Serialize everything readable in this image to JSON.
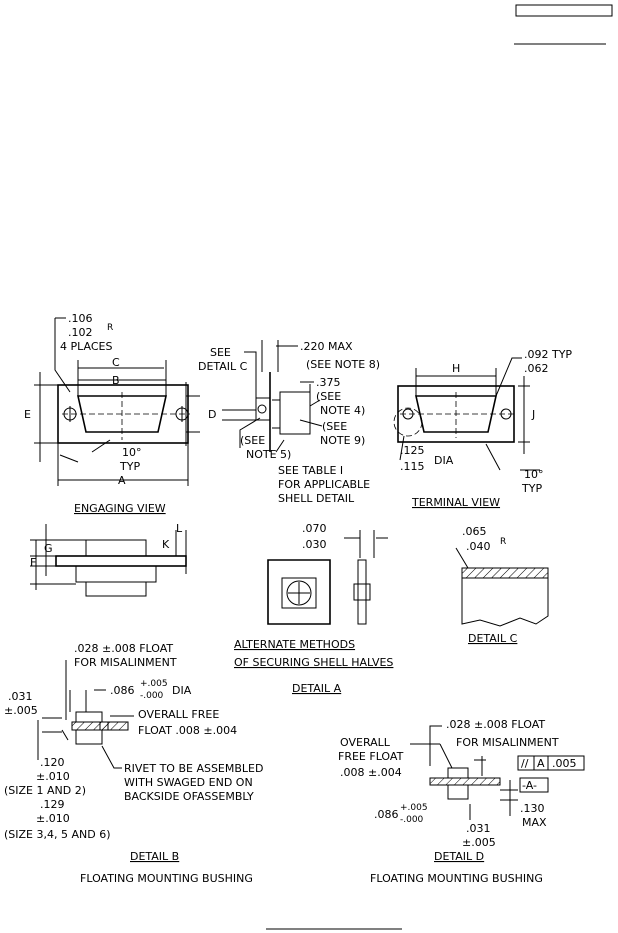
{
  "engaging_view": {
    "radius_top": ".106",
    "radius_bottom": ".102",
    "radius_suffix": "R",
    "places": "4 PLACES",
    "dim_c": "C",
    "dim_b": "B",
    "dim_e": "E",
    "dim_d": "D",
    "dim_a": "A",
    "angle": "10°",
    "angle_typ": "TYP",
    "caption": "ENGAGING VIEW"
  },
  "side_view": {
    "see_detail_c_1": "SEE",
    "see_detail_c_2": "DETAIL C",
    "max_220": ".220 MAX",
    "see_note_8": "(SEE NOTE 8)",
    "dim_375": ".375",
    "see_note_4a": "(SEE",
    "see_note_4b": "NOTE 4)",
    "see_note_9a": "(SEE",
    "see_note_9b": "NOTE 9)",
    "see_note_5a": "(SEE",
    "see_note_5b": "NOTE 5)",
    "table_note_1": "SEE TABLE I",
    "table_note_2": "FOR APPLICABLE",
    "table_note_3": "SHELL DETAIL"
  },
  "terminal_view": {
    "dim_h": "H",
    "dim_j": "J",
    "typ_092": ".092 TYP",
    "dim_062": ".062",
    "dia_125": ".125",
    "dia_115": ".115",
    "dia_label": "DIA",
    "angle": "10°",
    "angle_typ": "TYP",
    "caption": "TERMINAL VIEW"
  },
  "profile_view": {
    "dim_g": "G",
    "dim_f": "F",
    "dim_k": "K",
    "dim_l": "L"
  },
  "detail_a": {
    "dim_070": ".070",
    "dim_030": ".030",
    "caption_1": "ALTERNATE METHODS",
    "caption_2": "OF SECURING SHELL HALVES",
    "title": "DETAIL A"
  },
  "detail_c": {
    "dim_065": ".065",
    "dim_040": ".040",
    "radius_suffix": "R",
    "title": "DETAIL C"
  },
  "detail_b": {
    "float_1": ".028 ±.008 FLOAT",
    "float_2": "FOR MISALINMENT",
    "dim_031": ".031",
    "tol_005": "±.005",
    "dim_086": ".086",
    "tol_plus": "+.005",
    "tol_minus": "-.000",
    "dia_label": "DIA",
    "overall_1": "OVERALL FREE",
    "overall_2": "FLOAT .008 ±.004",
    "dim_120": ".120",
    "tol_010a": "±.010",
    "size_12": "(SIZE 1 AND 2)",
    "dim_129": ".129",
    "tol_010b": "±.010",
    "size_3456": "(SIZE 3,4, 5 AND 6)",
    "rivet_1": "RIVET TO BE ASSEMBLED",
    "rivet_2": "WITH SWAGED END ON",
    "rivet_3": "BACKSIDE OFASSEMBLY",
    "title": "DETAIL B",
    "subtitle": "FLOATING MOUNTING BUSHING"
  },
  "detail_d": {
    "float_1": ".028 ±.008 FLOAT",
    "float_2": "FOR MISALINMENT",
    "overall_1": "OVERALL",
    "overall_2": "FREE FLOAT",
    "overall_3": ".008 ±.004",
    "tol_frame_1": "//",
    "tol_frame_2": "A",
    "tol_frame_3": ".005",
    "datum": "-A-",
    "dim_086": ".086",
    "tol_plus": "+.005",
    "tol_minus": "-.000",
    "dim_130": ".130",
    "max": "MAX",
    "dim_031": ".031",
    "tol_005": "±.005",
    "title": "DETAIL D",
    "subtitle": "FLOATING MOUNTING BUSHING"
  }
}
